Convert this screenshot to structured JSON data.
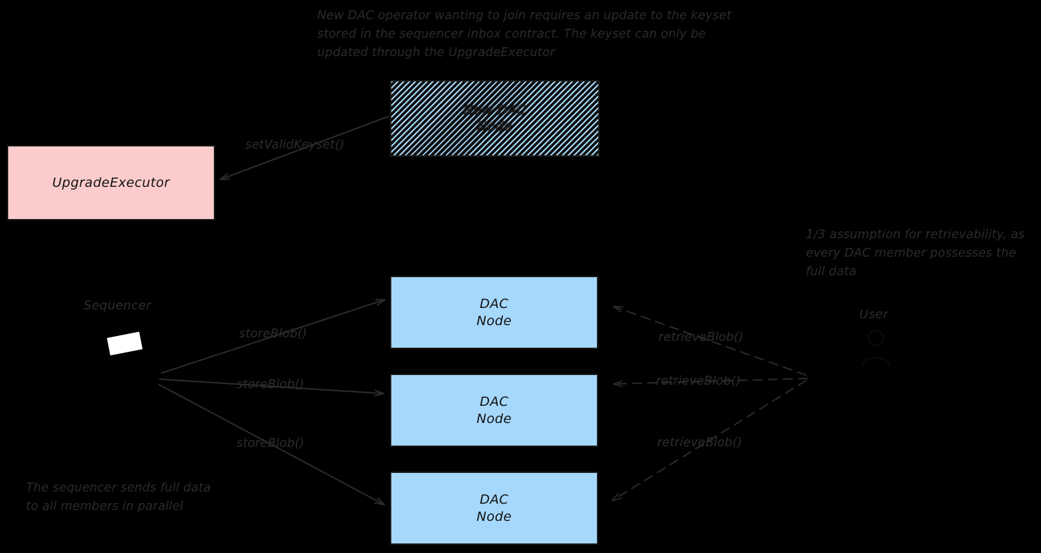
{
  "diagram": {
    "background_color": "#000000",
    "colors": {
      "dac_node_fill": "#a6d8fc",
      "upgrade_executor_fill": "#fccccc",
      "stroke": "#1b1b1b",
      "text": "#2b2b2b"
    },
    "annotations": {
      "top": "New DAC operator wanting to join requires an update to the keyset stored in the sequencer inbox contract. The keyset can only be updated through the UpgradeExecutor",
      "right": "1/3 assumption for retrievability, as every DAC member possesses the full data",
      "bottom": "The sequencer sends full data to all members in parallel"
    },
    "nodes": [
      {
        "id": "new-dac-node",
        "line1": "New DAC",
        "line2": "Node",
        "style": "hatched"
      },
      {
        "id": "upgrade-executor",
        "label": "UpgradeExecutor",
        "style": "pink"
      },
      {
        "id": "dac-node-1",
        "line1": "DAC",
        "line2": "Node",
        "style": "blue"
      },
      {
        "id": "dac-node-2",
        "line1": "DAC",
        "line2": "Node",
        "style": "blue"
      },
      {
        "id": "dac-node-3",
        "line1": "DAC",
        "line2": "Node",
        "style": "blue"
      }
    ],
    "actors": [
      {
        "id": "sequencer",
        "label": "Sequencer",
        "icon": "sequencer-icon"
      },
      {
        "id": "user",
        "label": "User",
        "icon": "user-icon"
      }
    ],
    "edges": [
      {
        "id": "set-valid-keyset",
        "label": "setValidKeyset()",
        "from": "new-dac-node",
        "to": "upgrade-executor",
        "style": "solid"
      },
      {
        "id": "store-blob-1",
        "label": "storeBlob()",
        "from": "sequencer",
        "to": "dac-node-1",
        "style": "solid"
      },
      {
        "id": "store-blob-2",
        "label": "storeBlob()",
        "from": "sequencer",
        "to": "dac-node-2",
        "style": "solid"
      },
      {
        "id": "store-blob-3",
        "label": "storeBlob()",
        "from": "sequencer",
        "to": "dac-node-3",
        "style": "solid"
      },
      {
        "id": "retrieve-blob-1",
        "label": "retrieveBlob()",
        "from": "user",
        "to": "dac-node-1",
        "style": "dashed"
      },
      {
        "id": "retrieve-blob-2",
        "label": "retrieveBlob()",
        "from": "user",
        "to": "dac-node-2",
        "style": "dashed"
      },
      {
        "id": "retrieve-blob-3",
        "label": "retrieveBlob()",
        "from": "user",
        "to": "dac-node-3",
        "style": "dashed"
      }
    ]
  }
}
